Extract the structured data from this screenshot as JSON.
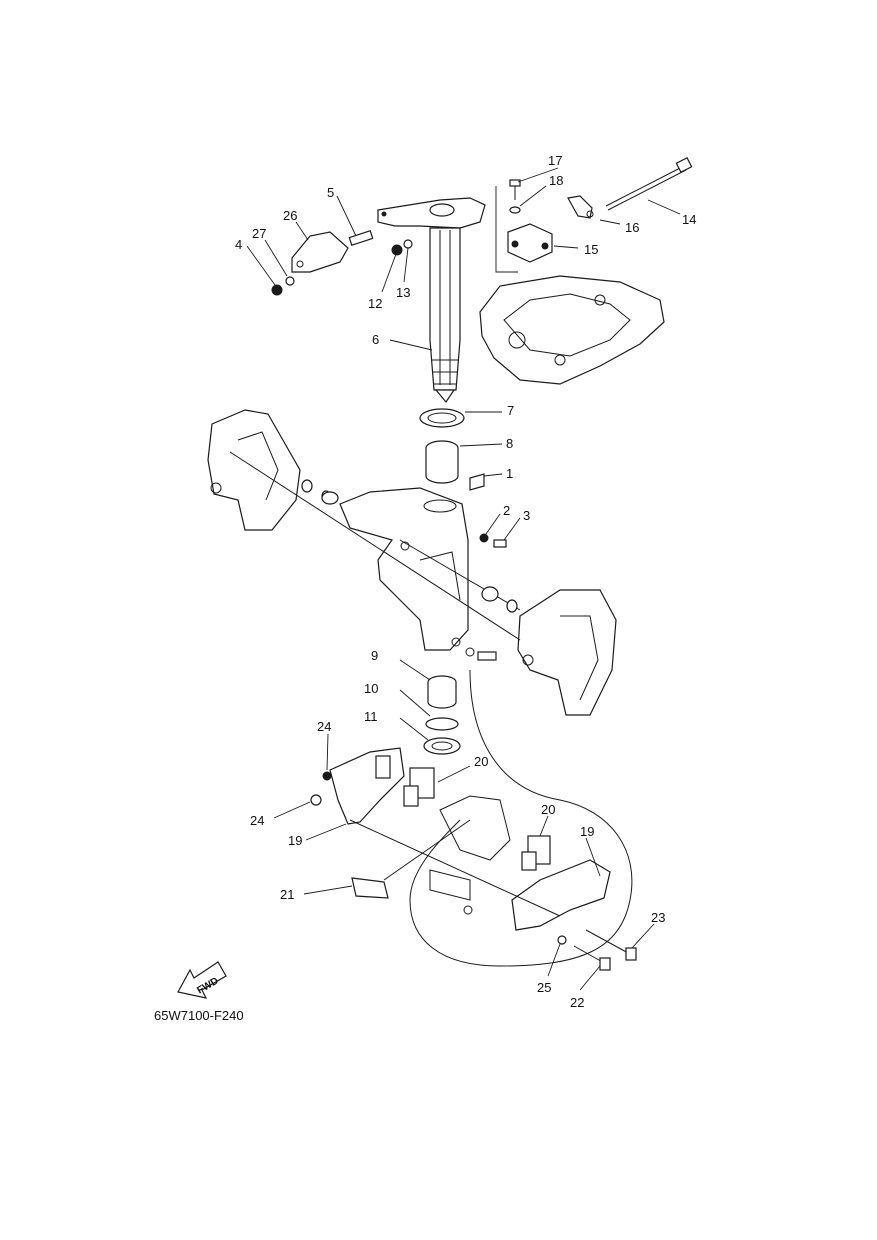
{
  "diagram": {
    "code": "65W7100-F240",
    "fwd_label": "FWD",
    "callouts": [
      "1",
      "2",
      "3",
      "4",
      "5",
      "6",
      "7",
      "8",
      "9",
      "10",
      "11",
      "12",
      "13",
      "14",
      "15",
      "16",
      "17",
      "18",
      "19",
      "19",
      "20",
      "20",
      "21",
      "22",
      "23",
      "24",
      "24",
      "25",
      "26",
      "27"
    ]
  }
}
